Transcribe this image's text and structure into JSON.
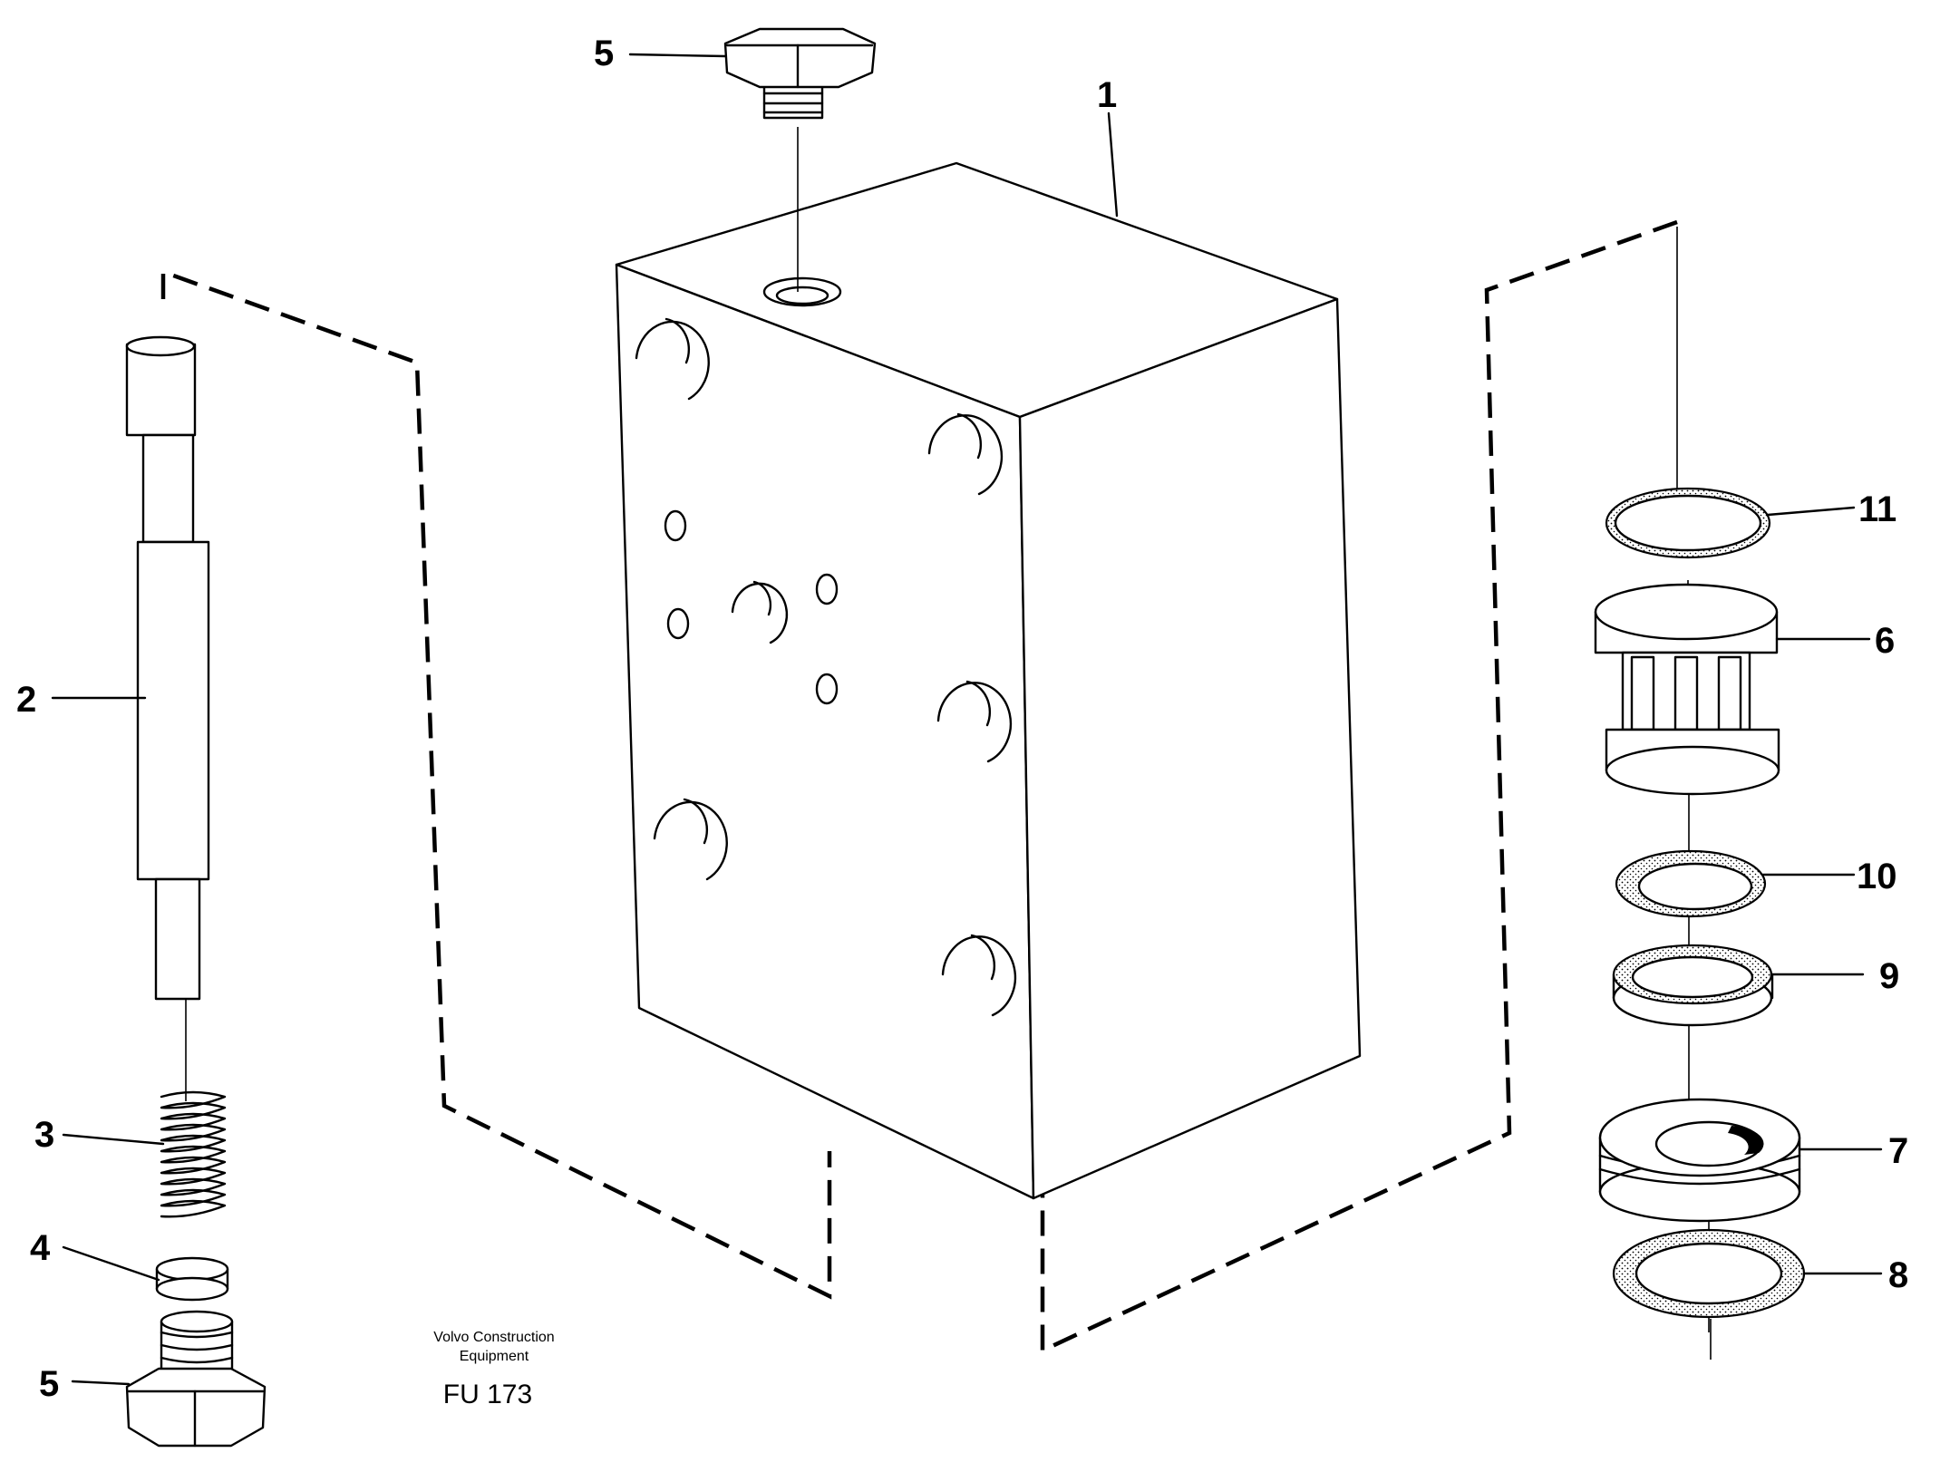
{
  "callouts": {
    "part_1": "1",
    "part_2": "2",
    "part_3": "3",
    "part_4": "4",
    "part_5_top": "5",
    "part_5_bottom": "5",
    "part_6": "6",
    "part_7": "7",
    "part_8": "8",
    "part_9": "9",
    "part_10": "10",
    "part_11": "11"
  },
  "caption": {
    "line_1": "Volvo Construction",
    "line_2": "Equipment",
    "figure_code": "FU 173"
  }
}
